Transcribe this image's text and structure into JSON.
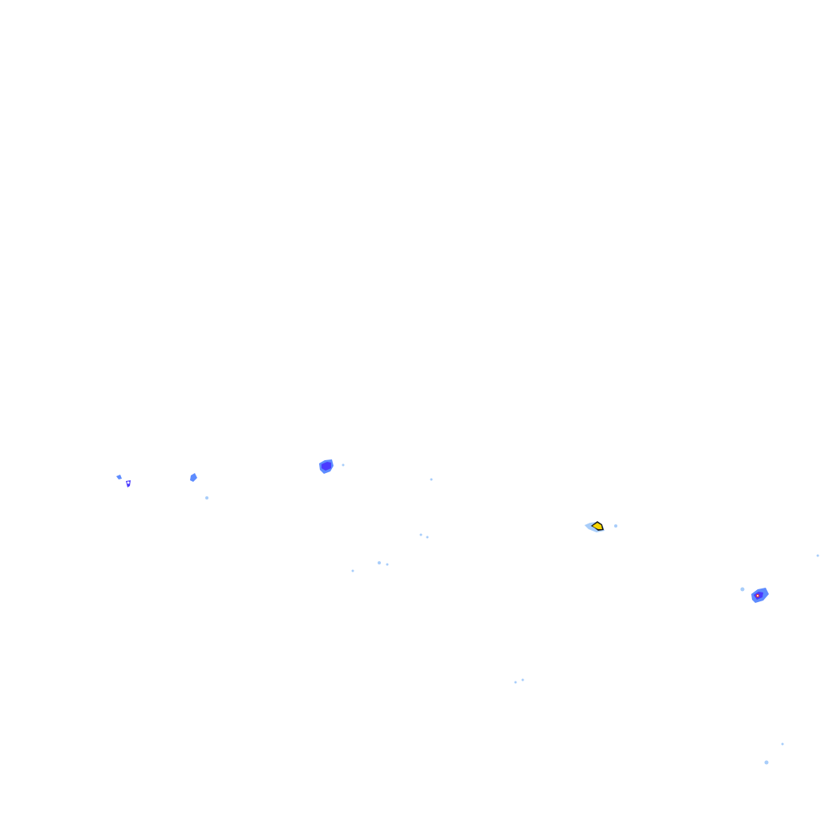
{
  "map": {
    "background": "#ffffff",
    "palette": {
      "light": "#a8cdfa",
      "mid": "#5e8cff",
      "strong": "#4b3bff",
      "core_yellow": "#f7d500",
      "core_red": "#e0303f",
      "outline": "#1a1a1a"
    },
    "cells": [
      {
        "id": "cell-west-a",
        "intensity": "mid"
      },
      {
        "id": "cell-west-b",
        "intensity": "mid"
      },
      {
        "id": "cell-center-north",
        "intensity": "strong"
      },
      {
        "id": "cell-yellow-core",
        "intensity": "core_yellow"
      },
      {
        "id": "cell-east",
        "intensity": "strong"
      },
      {
        "id": "cell-specks",
        "intensity": "light"
      }
    ]
  }
}
